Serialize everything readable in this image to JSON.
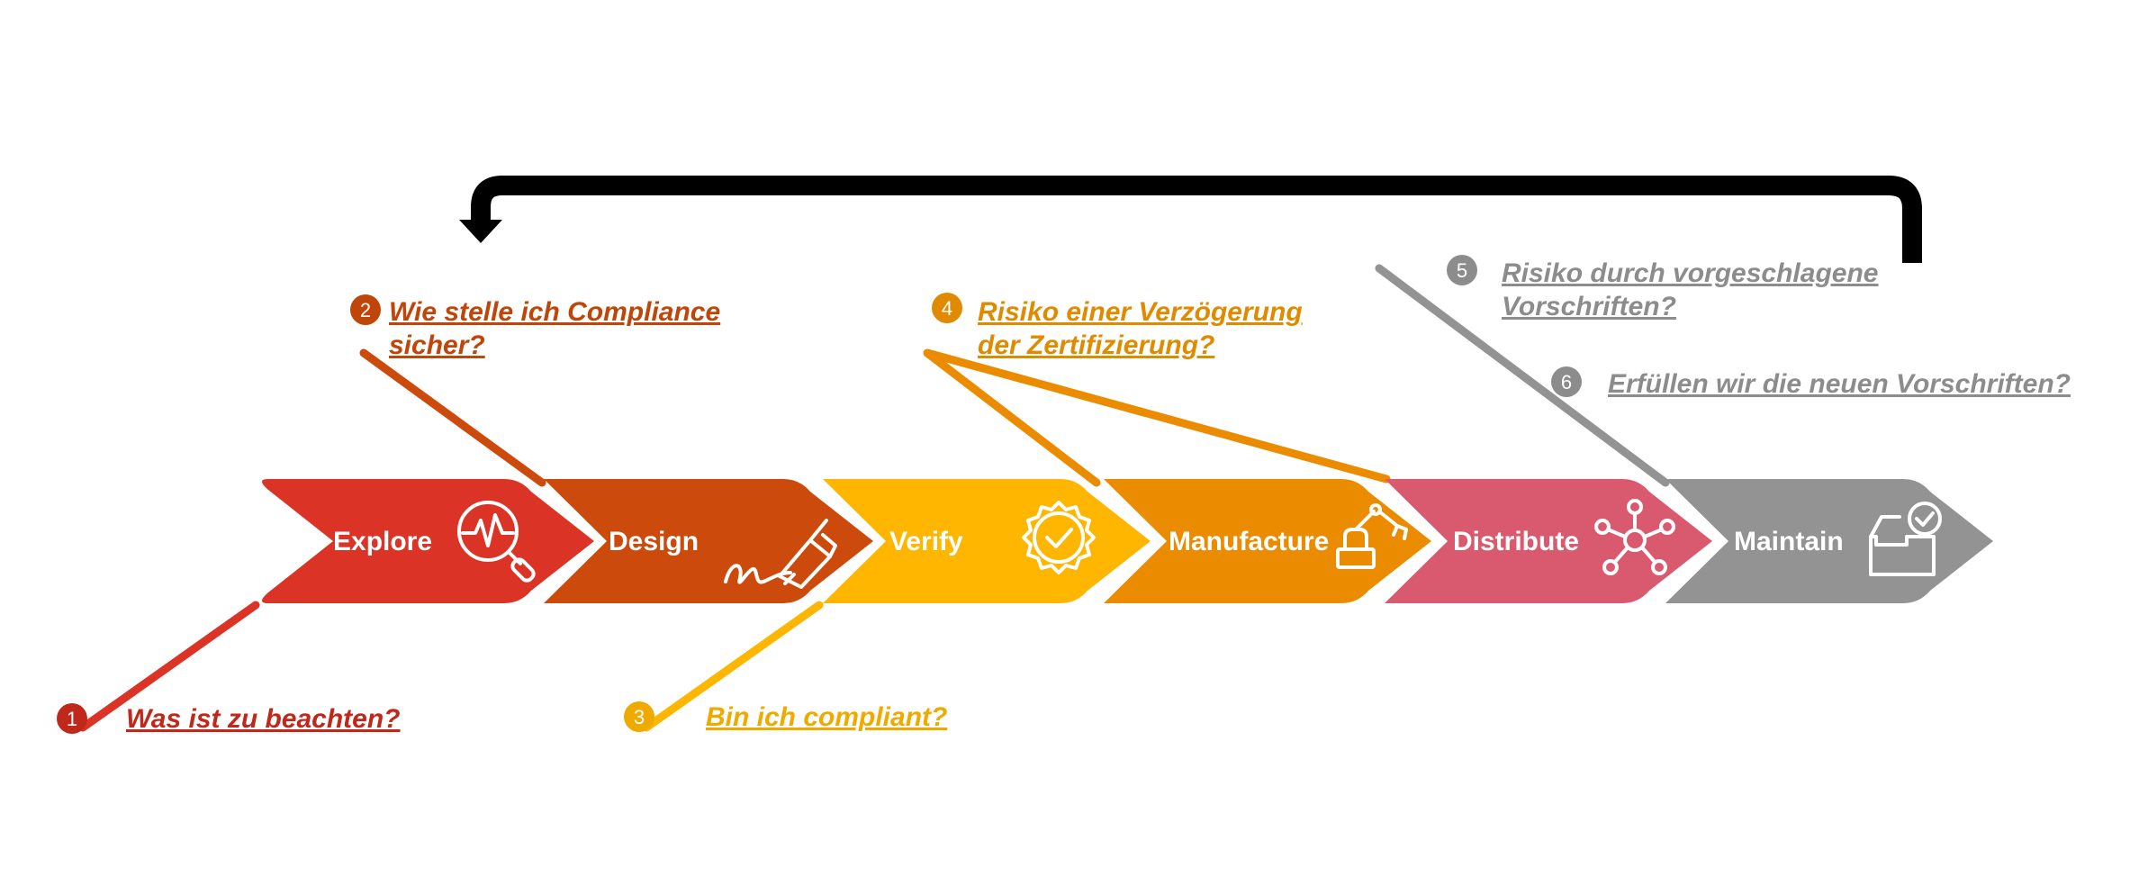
{
  "colors": {
    "explore": "#DB3325",
    "design": "#CC4B0C",
    "verify": "#FFB600",
    "manufacture": "#EB8C00",
    "distribute": "#D95A6E",
    "maintain": "#939393",
    "loop_arrow": "#000000",
    "q1": "#C0281B",
    "q2": "#C04508",
    "q3": "#EFAA00",
    "q4": "#E08A00",
    "q5": "#8C8C8C",
    "q6": "#8C8C8C"
  },
  "stages": [
    {
      "label": "Explore",
      "icon": "magnifier-pulse-icon"
    },
    {
      "label": "Design",
      "icon": "pen-signature-icon"
    },
    {
      "label": "Verify",
      "icon": "certified-badge-icon"
    },
    {
      "label": "Manufacture",
      "icon": "robot-arm-icon"
    },
    {
      "label": "Distribute",
      "icon": "network-hub-icon"
    },
    {
      "label": "Maintain",
      "icon": "inbox-check-icon"
    }
  ],
  "questions": [
    {
      "number": "1",
      "lines": [
        "Was ist zu beachten?"
      ]
    },
    {
      "number": "2",
      "lines": [
        "Wie stelle ich Compliance",
        "sicher?"
      ]
    },
    {
      "number": "3",
      "lines": [
        "Bin ich compliant?"
      ]
    },
    {
      "number": "4",
      "lines": [
        "Risiko einer Verzögerung",
        "der Zertifizierung?"
      ]
    },
    {
      "number": "5",
      "lines": [
        "Risiko durch vorgeschlagene",
        "Vorschriften?"
      ]
    },
    {
      "number": "6",
      "lines": [
        "Erfüllen wir die neuen Vorschriften?"
      ]
    }
  ]
}
